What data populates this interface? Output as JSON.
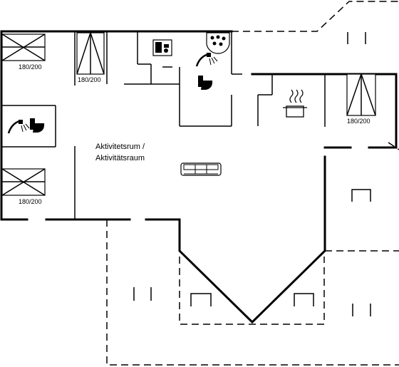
{
  "bed_labels": {
    "top_left": "180/200",
    "top_middle": "180/200",
    "left_lower": "180/200",
    "right": "180/200"
  },
  "room_label": {
    "line1": "Aktivitetsrum /",
    "line2": "Aktivitätsraum"
  },
  "icons": [
    "bed-icon",
    "shower-icon",
    "toilet-icon",
    "washing-machine-icon",
    "jacuzzi-icon",
    "cooking-pot-icon",
    "sofa-icon"
  ]
}
